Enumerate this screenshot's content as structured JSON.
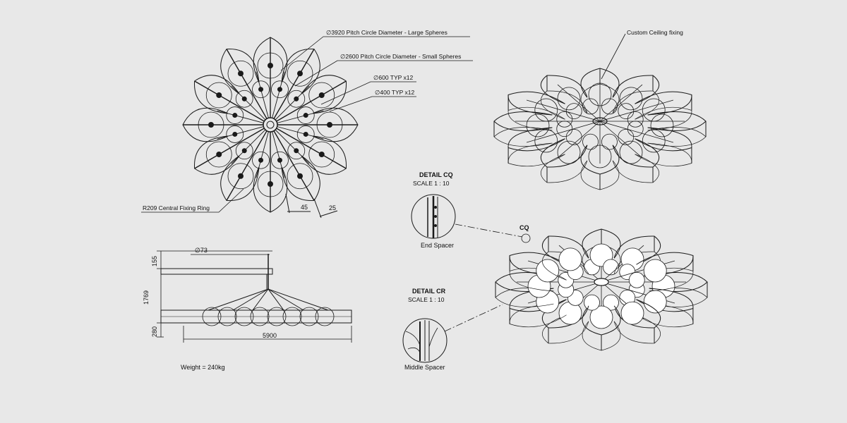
{
  "plan_labels": {
    "large_spheres": "∅3920 Pitch Circle Diameter - Large Spheres",
    "small_spheres": "∅2600 Pitch Circle Diameter - Small Spheres",
    "sphere_600": "∅600 TYP x12",
    "sphere_400": "∅400 TYP x12",
    "fixing_ring": "R209 Central Fixing Ring",
    "dim_45": "45",
    "dim_25": "25"
  },
  "elevation": {
    "rod_dia": "∅73",
    "dim_155": "155",
    "dim_1769": "1769",
    "dim_280": "280",
    "dim_5900": "5900",
    "weight": "Weight = 240kg"
  },
  "details": {
    "cq_title": "DETAIL CQ",
    "cq_scale": "SCALE 1 : 10",
    "cq_caption": "End Spacer",
    "cq_marker": "CQ",
    "cr_title": "DETAIL CR",
    "cr_scale": "SCALE 1 : 10",
    "cr_caption": "Middle Spacer"
  },
  "iso": {
    "ceiling_fixing": "Custom Ceiling fixing"
  },
  "colors": {
    "background": "#e8e8e8",
    "line": "#1a1a1a"
  }
}
